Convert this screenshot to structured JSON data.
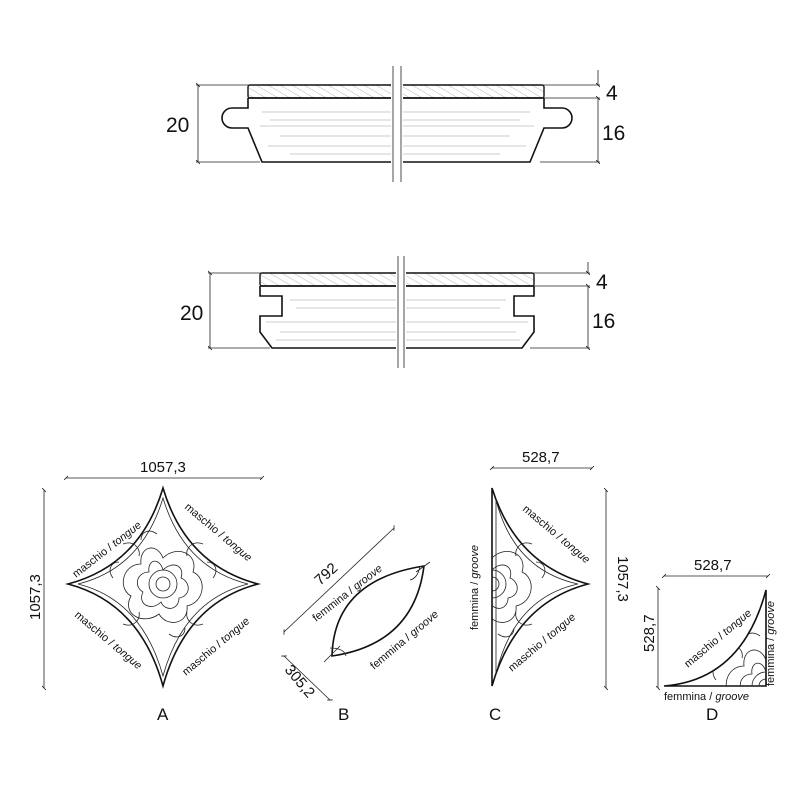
{
  "profiles": {
    "top": {
      "total": "20",
      "upper": "4",
      "lower": "16"
    },
    "bottom": {
      "total": "20",
      "upper": "4",
      "lower": "16"
    }
  },
  "pieces": {
    "A": {
      "letter": "A",
      "width": "1057,3",
      "height": "1057,3",
      "edge_labels": [
        {
          "word": "maschio",
          "italic": "tongue"
        },
        {
          "word": "maschio",
          "italic": "tongue"
        },
        {
          "word": "maschio",
          "italic": "tongue"
        },
        {
          "word": "maschio",
          "italic": "tongue"
        }
      ]
    },
    "B": {
      "letter": "B",
      "length": "792",
      "width": "305,2",
      "edge_labels": [
        {
          "word": "femmina",
          "italic": "groove"
        },
        {
          "word": "femmina",
          "italic": "groove"
        }
      ]
    },
    "C": {
      "letter": "C",
      "width": "528,7",
      "height": "1057,3",
      "edge_labels": [
        {
          "word": "femmina",
          "italic": "groove"
        },
        {
          "word": "maschio",
          "italic": "tongue"
        },
        {
          "word": "maschio",
          "italic": "tongue"
        }
      ]
    },
    "D": {
      "letter": "D",
      "width": "528,7",
      "height": "528,7",
      "edge_labels": [
        {
          "word": "maschio",
          "italic": "tongue"
        },
        {
          "word": "femmina",
          "italic": "groove"
        },
        {
          "word": "femmina",
          "italic": "groove"
        }
      ]
    }
  }
}
